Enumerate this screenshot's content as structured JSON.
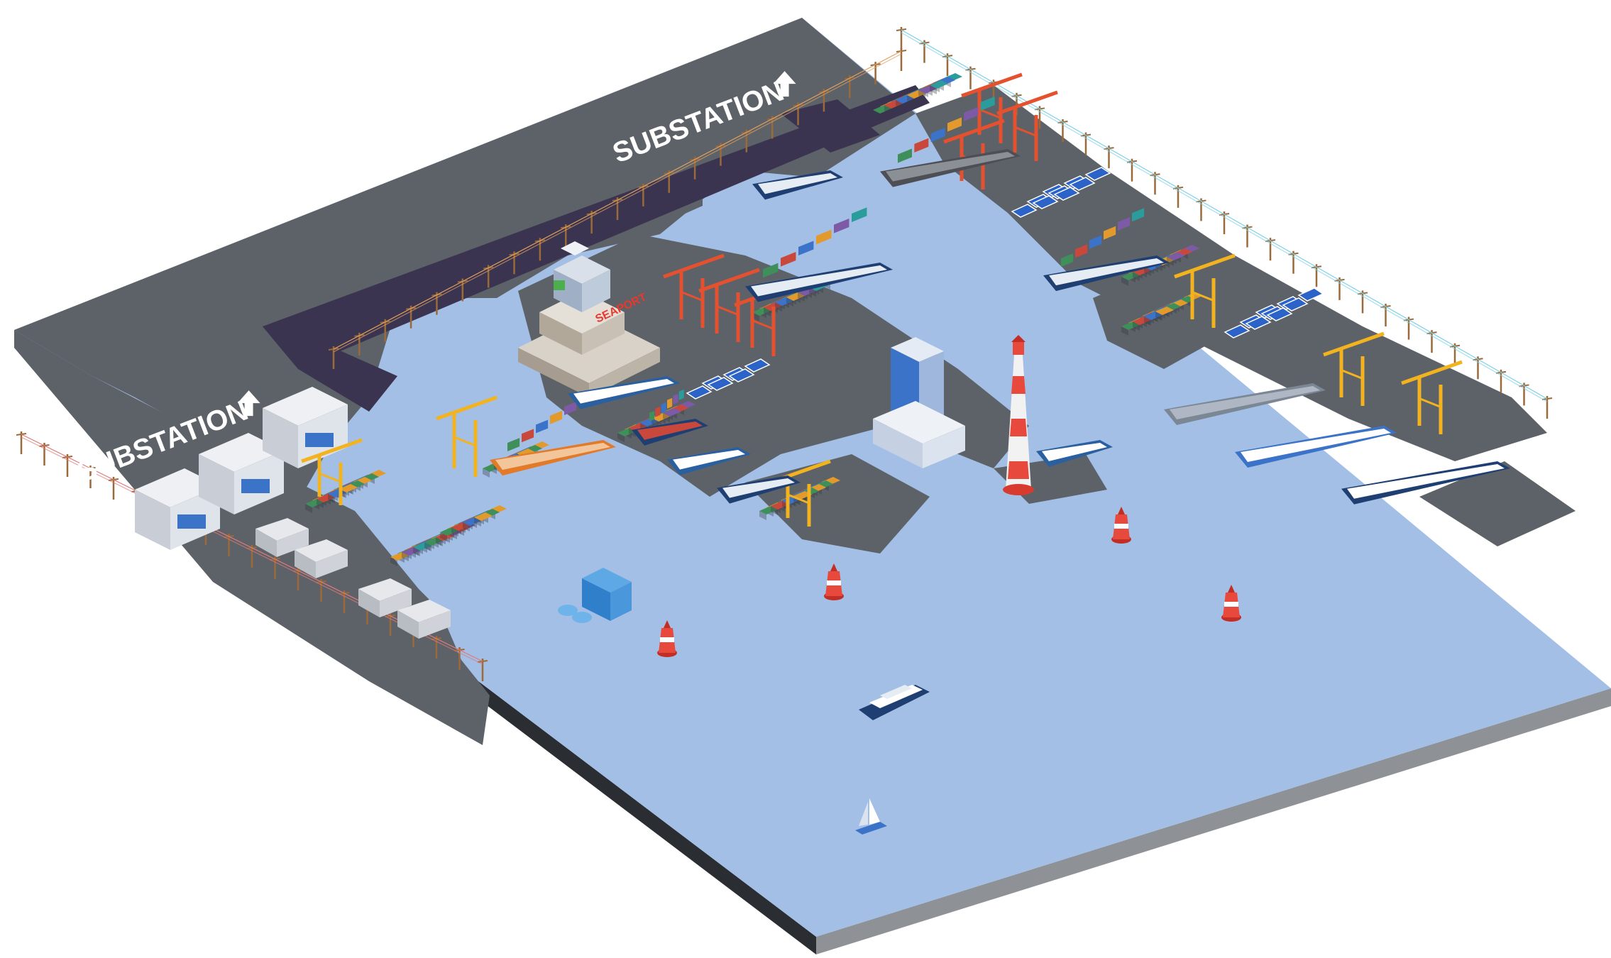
{
  "scene": {
    "signs": [
      {
        "id": "substation-top",
        "label": "SUBSTATION",
        "arrow": "up-arrow-icon"
      },
      {
        "id": "substation-left",
        "label": "SUBSTATION",
        "arrow": "up-arrow-icon"
      }
    ],
    "terminal_building_label": "SEAPORT",
    "colors": {
      "water": "#a3bfe6",
      "land": "#5d6268",
      "road": "#3b3450",
      "base_edge": "#24272b",
      "crane_red": "#e5512e",
      "crane_yellow": "#f2b31f",
      "buoy_red": "#e8493d",
      "solar_blue": "#2b63c9"
    },
    "icons": [
      "container-crane-icon",
      "cargo-ship-icon",
      "cruise-ship-icon",
      "lighthouse-icon",
      "buoy-icon",
      "solar-panel-icon",
      "warehouse-icon",
      "sailboat-icon",
      "power-pole-icon",
      "hydrogen-tank-icon"
    ]
  }
}
